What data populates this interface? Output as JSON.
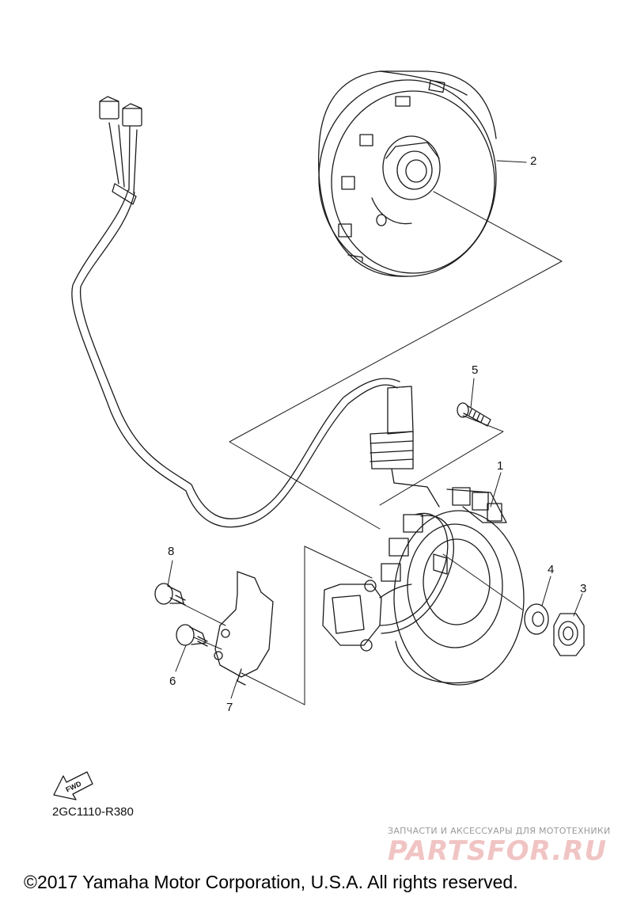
{
  "callouts": {
    "c1": "1",
    "c2": "2",
    "c3": "3",
    "c4": "4",
    "c5": "5",
    "c6": "6",
    "c7": "7",
    "c8": "8"
  },
  "fwd_label": "FWD",
  "diagram_code": "2GC1110-R380",
  "watermark": {
    "tagline": "ЗАПЧАСТИ И АКСЕССУАРЫ ДЛЯ МОТОТЕХНИКИ",
    "logo": "PARTSFOR.RU"
  },
  "copyright": "©2017 Yamaha Motor Corporation, U.S.A. All rights reserved."
}
